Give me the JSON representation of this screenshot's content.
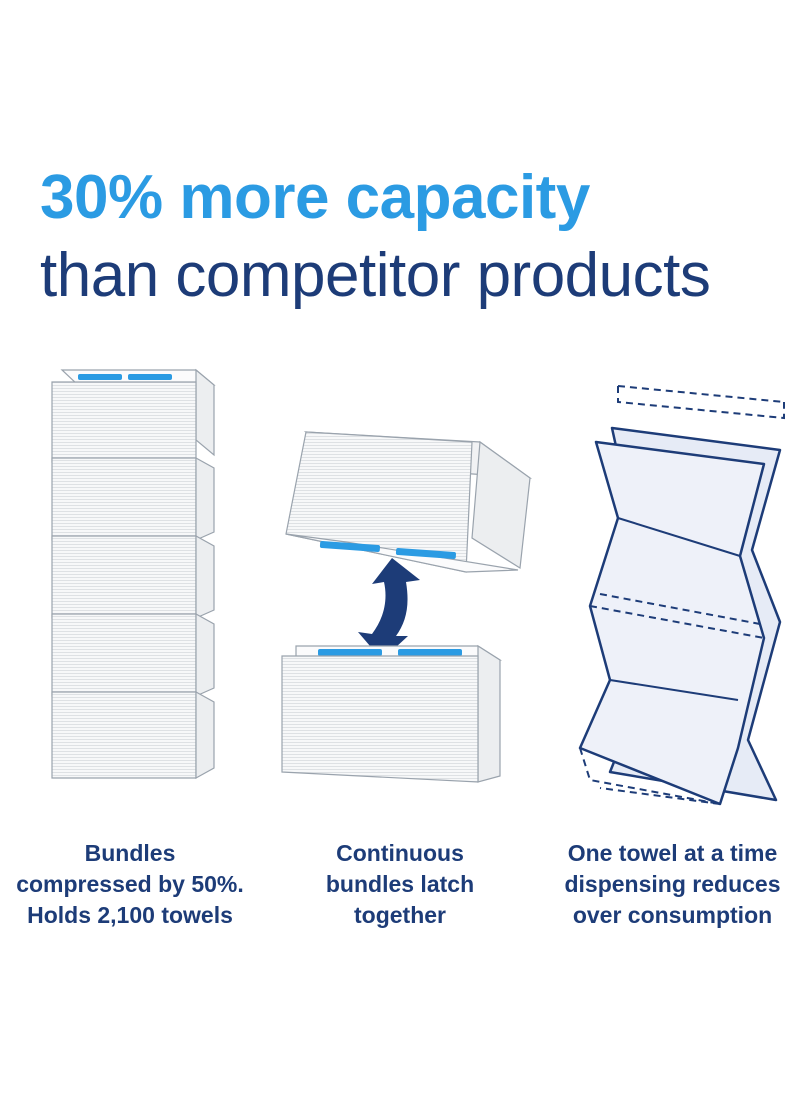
{
  "headline": {
    "highlight": "30% more capacity",
    "rest": "than competitor products"
  },
  "features": [
    {
      "icon": "stacked-bundles-icon",
      "lines": [
        "Bundles",
        "compressed by 50%.",
        "Holds 2,100 towels"
      ]
    },
    {
      "icon": "latching-bundles-icon",
      "lines": [
        "Continuous",
        "bundles latch",
        "together"
      ]
    },
    {
      "icon": "folded-towel-icon",
      "lines": [
        "One towel at a time",
        "dispensing reduces",
        "over consumption"
      ]
    }
  ],
  "colors": {
    "accent_blue": "#2b9be3",
    "navy": "#1d3c78",
    "bundle_stroke": "#9aa3ad",
    "towel_fill": "#e6ebf6",
    "bundle_fill": "#f5f6f7"
  }
}
